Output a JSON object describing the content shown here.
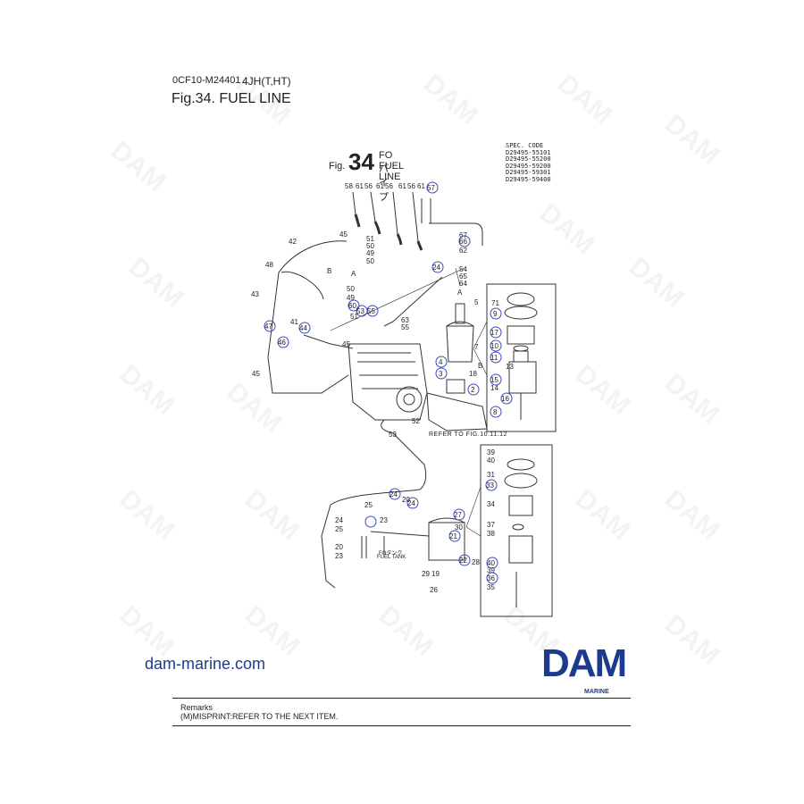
{
  "header": {
    "code": "0CF10-M24401",
    "model": "4JH(T,HT)",
    "figure": "Fig.34.  FUEL LINE"
  },
  "figure_title": {
    "prefix": "Fig.",
    "number": "34",
    "jp": "FOパイプ",
    "en": "FUEL LINE"
  },
  "spec": {
    "label": "SPEC. CODE",
    "codes": [
      "D29495-55101",
      "D29495-55200",
      "D29495-59200",
      "D29495-59301",
      "D29495-59400"
    ]
  },
  "watermark": "DAM",
  "reference": "REFER TO FIG.10.11.12",
  "tank": {
    "jp": "FOタンク",
    "en": "FUEL TANK"
  },
  "site": "dam-marine.com",
  "logo": {
    "text": "DAM",
    "sub": "MARINE",
    "color": "#1c3b8f"
  },
  "remarks": {
    "label": "Remarks",
    "text": "(M)MISPRINT:REFER TO THE NEXT ITEM."
  },
  "diagram": {
    "plain_part_numbers": [
      "58",
      "61",
      "56",
      "61",
      "56",
      "61",
      "56",
      "61",
      "45",
      "51",
      "50",
      "49",
      "50",
      "42",
      "48",
      "43",
      "45",
      "50",
      "49",
      "41",
      "45",
      "51",
      "63",
      "55",
      "5",
      "7",
      "18",
      "13",
      "14",
      "52",
      "53",
      "39",
      "40",
      "31",
      "34",
      "37",
      "38",
      "39",
      "35",
      "25",
      "24",
      "25",
      "20",
      "23",
      "20",
      "23",
      "30",
      "29",
      "19",
      "28",
      "26",
      "54",
      "64",
      "67",
      "65",
      "62",
      "71",
      "A",
      "A",
      "B",
      "B"
    ],
    "circled_part_numbers": [
      "57",
      "66",
      "24",
      "60",
      "53",
      "55",
      "47",
      "44",
      "46",
      "9",
      "17",
      "10",
      "11",
      "4",
      "3",
      "2",
      "15",
      "16",
      "8",
      "33",
      "27",
      "21",
      "22",
      "24",
      "24",
      "40",
      "36"
    ]
  }
}
